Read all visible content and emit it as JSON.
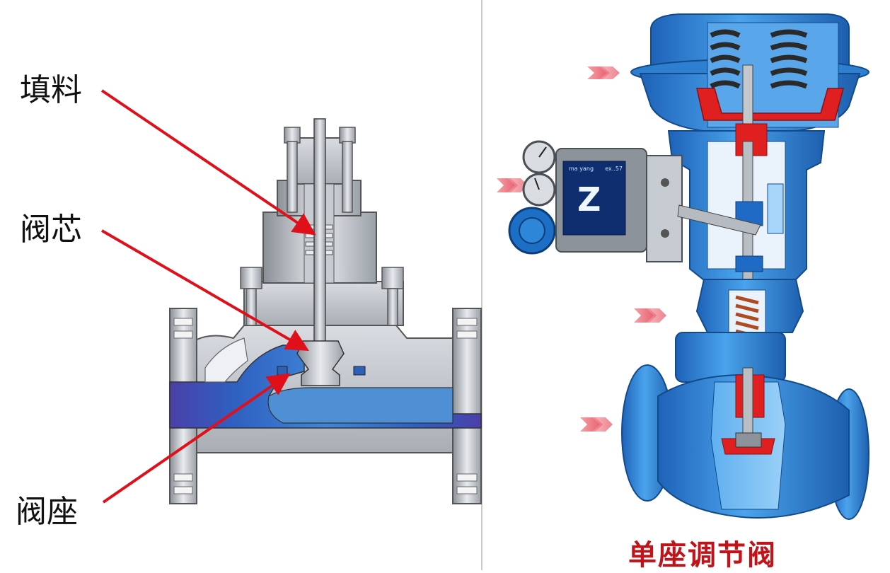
{
  "left_diagram": {
    "labels": {
      "packing": "填料",
      "valve_plug": "阀芯",
      "valve_seat": "阀座"
    },
    "arrow_color": "#e0101a"
  },
  "right_diagram": {
    "caption": "单座调节阀",
    "caption_color": "#c0141b",
    "positioner_screen": {
      "brand_text": "ma yang",
      "code_text": "ex..57"
    },
    "body_color": "#2f7fd0",
    "highlight_color": "#e02020"
  }
}
